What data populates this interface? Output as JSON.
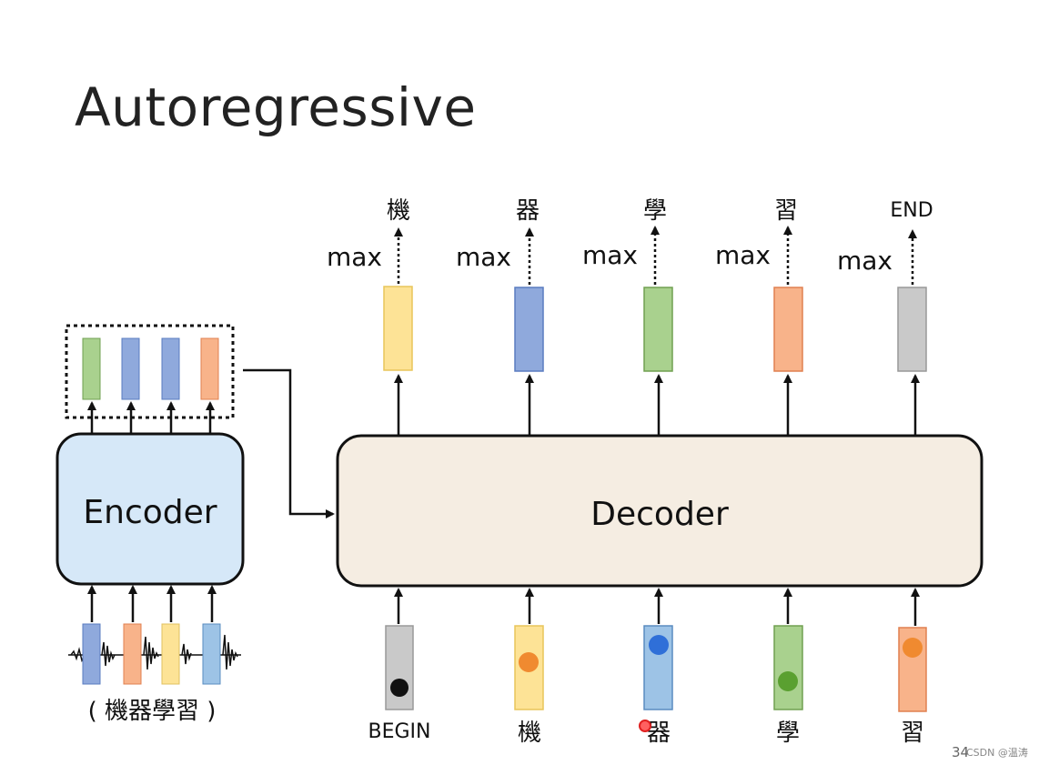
{
  "title": "Autoregressive",
  "encoder": {
    "label": "Encoder",
    "input_caption": "( 機器學習 )"
  },
  "decoder": {
    "label": "Decoder"
  },
  "outputs": [
    {
      "token": "機",
      "max_label": "max"
    },
    {
      "token": "器",
      "max_label": "max"
    },
    {
      "token": "學",
      "max_label": "max"
    },
    {
      "token": "習",
      "max_label": "max"
    },
    {
      "token": "END",
      "max_label": "max"
    }
  ],
  "inputs": [
    {
      "token": "BEGIN"
    },
    {
      "token": "機"
    },
    {
      "token": "器"
    },
    {
      "token": "學"
    },
    {
      "token": "習"
    }
  ],
  "colors": {
    "yellow": "#fde396",
    "blue": "#8fa9dc",
    "green": "#a9d18e",
    "orange": "#f8b38a",
    "gray": "#c9c9c9",
    "lightblue": "#9dc3e6",
    "encoder_fill": "#d6e8f8",
    "decoder_fill": "#f5ede2"
  },
  "footer": {
    "page": "34",
    "watermark": "CSDN @温涛"
  }
}
